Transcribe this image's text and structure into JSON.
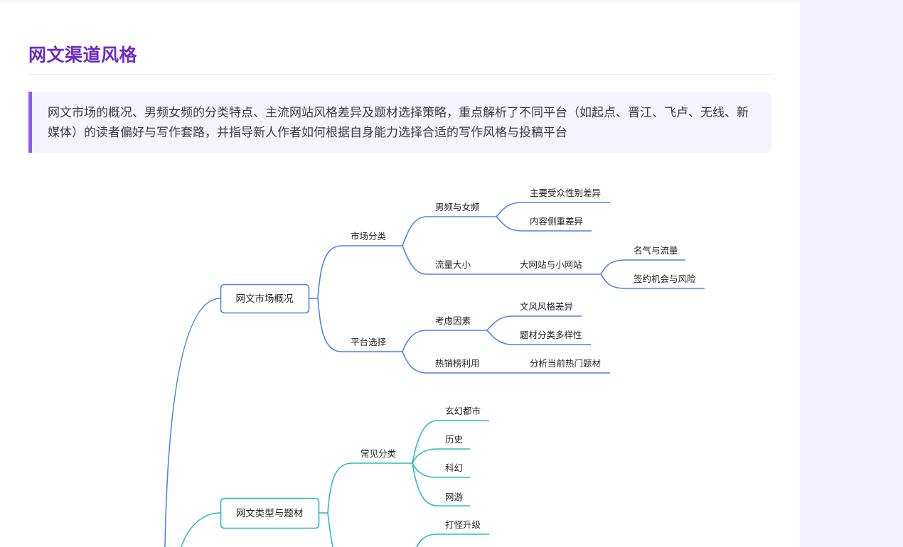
{
  "page": {
    "title": "网文渠道风格",
    "summary": "网文市场的概况、男频女频的分类特点、主流网站风格差异及题材选择策略，重点解析了不同平台（如起点、晋江、飞卢、无线、新媒体）的读者偏好与写作套路，并指导新人作者如何根据自身能力选择合适的写作风格与投稿平台"
  },
  "colors": {
    "accent": "#6b2cc4",
    "branch_blue": "#4d82ec",
    "branch_teal": "#2abac2"
  },
  "mindmap": {
    "market": {
      "label": "网文市场概况",
      "classify": {
        "label": "市场分类",
        "gender": {
          "label": "男频与女频",
          "children": [
            "主要受众性别差异",
            "内容侧重差异"
          ]
        },
        "traffic": {
          "label": "流量大小",
          "site": {
            "label": "大网站与小网站",
            "children": [
              "名气与流量",
              "签约机会与风险"
            ]
          }
        }
      },
      "platform": {
        "label": "平台选择",
        "factors": {
          "label": "考虑因素",
          "children": [
            "文风风格差异",
            "题材分类多样性"
          ]
        },
        "bestseller": {
          "label": "热销榜利用",
          "children": [
            "分析当前热门题材"
          ]
        }
      }
    },
    "genre": {
      "label": "网文类型与题材",
      "common": {
        "label": "常见分类",
        "children": [
          "玄幻都市",
          "历史",
          "科幻",
          "网游"
        ]
      },
      "tropes": {
        "children": [
          "打怪升级"
        ]
      }
    }
  }
}
